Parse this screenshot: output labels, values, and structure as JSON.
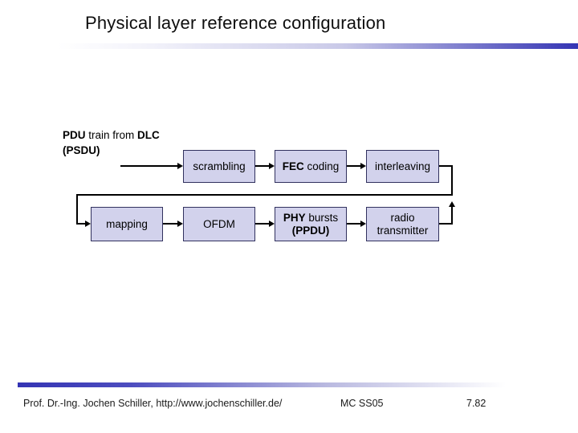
{
  "slide": {
    "title": "Physical layer reference configuration",
    "colors": {
      "accent_blue": "#3434b4",
      "box_fill": "#d2d2ec",
      "box_border": "#31315e",
      "line_black": "#000000"
    },
    "diagram": {
      "source": {
        "pdu": "PDU",
        "mid": " train from ",
        "dlc": "DLC",
        "line2": "(PSDU)"
      },
      "boxes": {
        "scrambling": {
          "label": "scrambling"
        },
        "fec": {
          "bold": "FEC",
          "rest": " coding"
        },
        "interleaving": {
          "label": "interleaving"
        },
        "mapping": {
          "label": "mapping"
        },
        "ofdm": {
          "label": "OFDM"
        },
        "phy": {
          "bold": "PHY",
          "rest": " bursts",
          "line2": "(PPDU)"
        },
        "radio": {
          "line1": "radio",
          "line2": "transmitter"
        }
      }
    },
    "footer": {
      "author": "Prof. Dr.-Ing. Jochen Schiller, http://www.jochenschiller.de/",
      "course": "MC SS05",
      "page": "7.82"
    }
  }
}
